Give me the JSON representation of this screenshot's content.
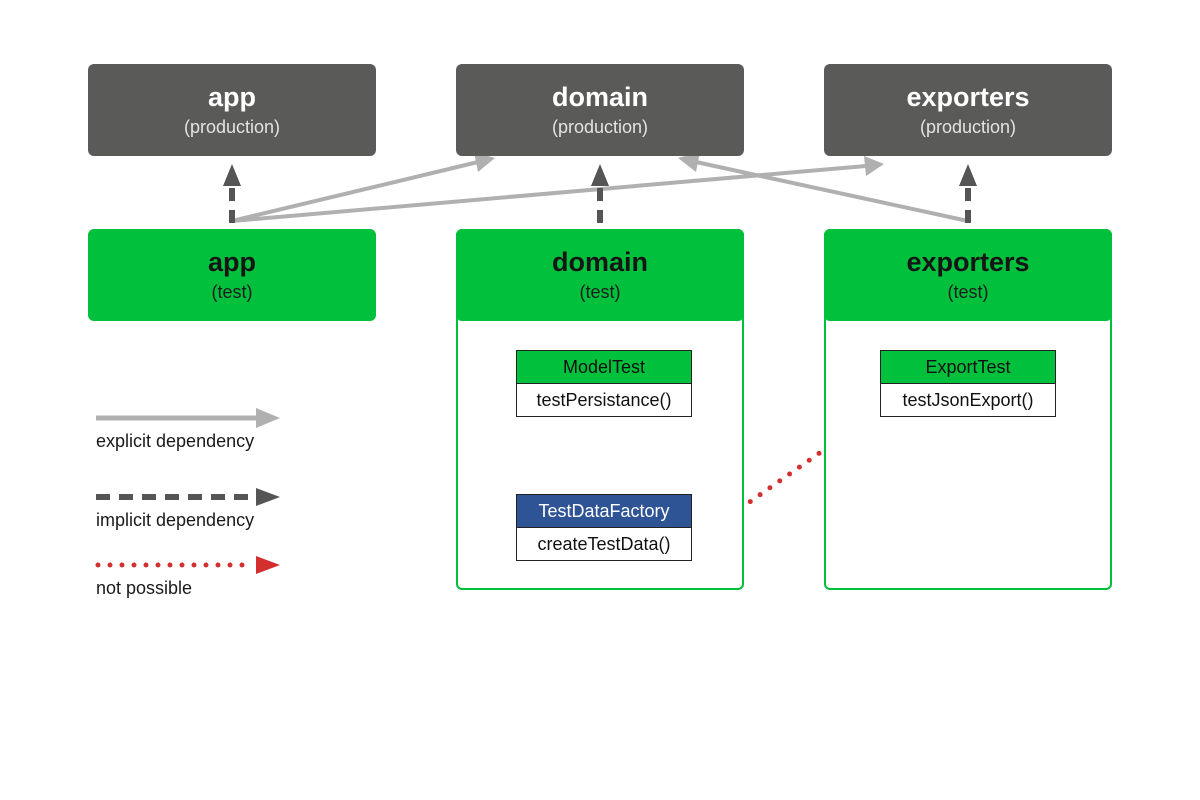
{
  "production": {
    "app": {
      "title": "app",
      "subtitle": "(production)"
    },
    "domain": {
      "title": "domain",
      "subtitle": "(production)"
    },
    "exporters": {
      "title": "exporters",
      "subtitle": "(production)"
    }
  },
  "test": {
    "app": {
      "title": "app",
      "subtitle": "(test)"
    },
    "domain": {
      "title": "domain",
      "subtitle": "(test)"
    },
    "exporters": {
      "title": "exporters",
      "subtitle": "(test)"
    }
  },
  "classes": {
    "model_test": {
      "name": "ModelTest",
      "method": "testPersistance()"
    },
    "test_data_factory": {
      "name": "TestDataFactory",
      "method": "createTestData()"
    },
    "export_test": {
      "name": "ExportTest",
      "method": "testJsonExport()"
    }
  },
  "legend": {
    "explicit": "explicit dependency",
    "implicit": "implicit dependency",
    "not_possible": "not possible"
  },
  "colors": {
    "production_box": "#5a5a59",
    "test_green": "#00c03c",
    "factory_blue": "#2f5496",
    "explicit_arrow": "#b0b0b0",
    "implicit_arrow": "#555555",
    "not_possible_arrow": "#d32f2f"
  }
}
